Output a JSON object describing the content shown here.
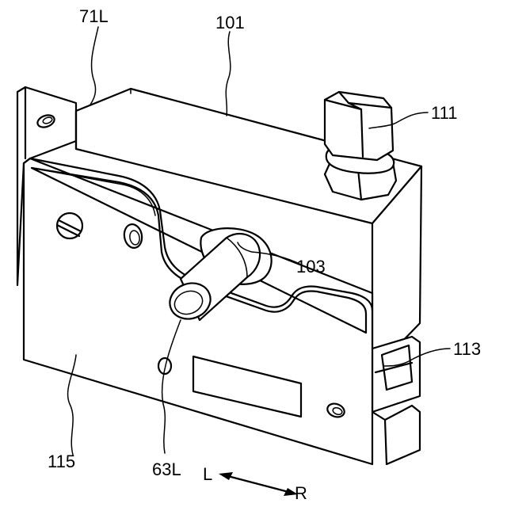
{
  "labels": {
    "part_71L": "71L",
    "part_101": "101",
    "part_111": "111",
    "part_103": "103",
    "part_113": "113",
    "part_115": "115",
    "part_63L": "63L"
  },
  "direction": {
    "left": "L",
    "right": "R"
  }
}
